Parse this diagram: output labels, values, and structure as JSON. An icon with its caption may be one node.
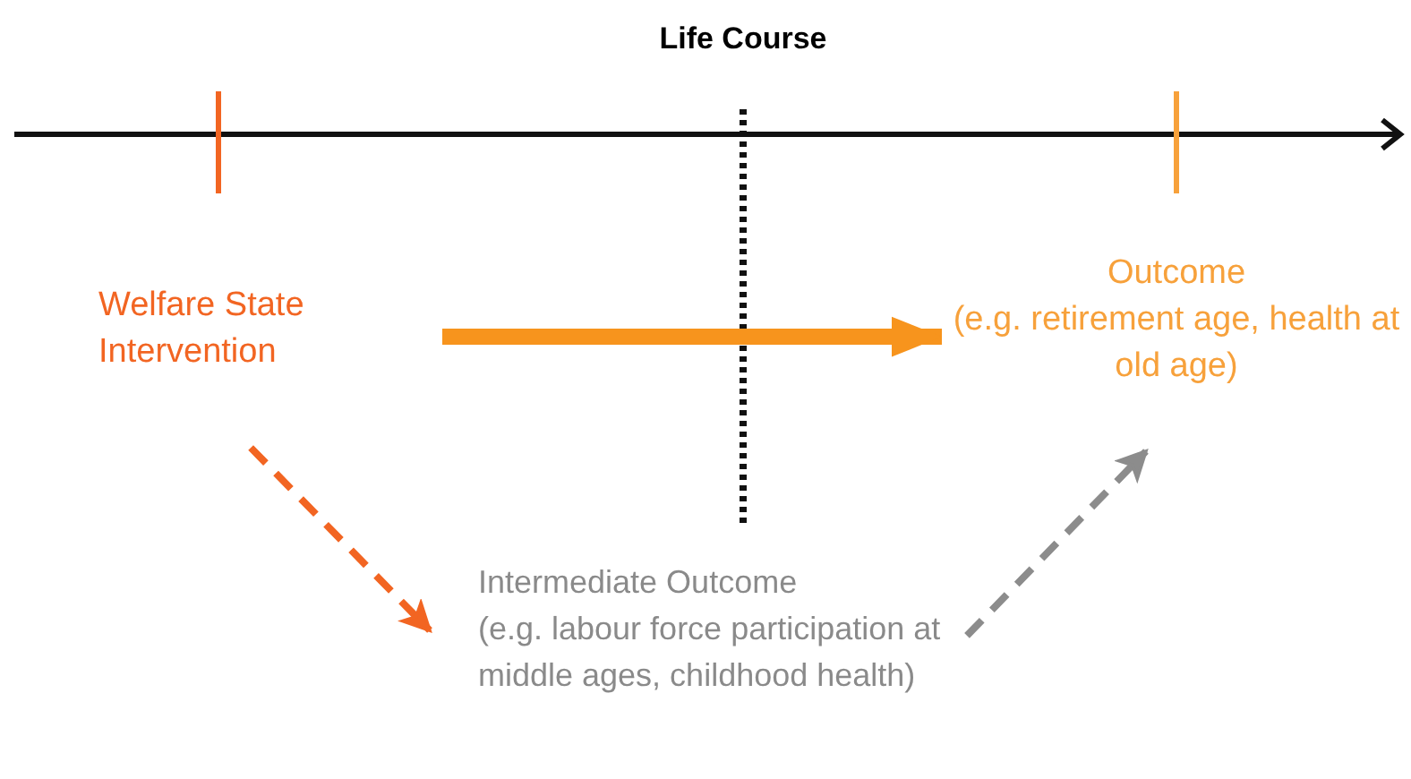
{
  "diagram": {
    "title": "Life Course",
    "nodes": [
      {
        "text": [
          "Welfare State Intervention"
        ]
      },
      {
        "text": [
          "Outcome",
          "(e.g. retirement age, health at old age)"
        ]
      },
      {
        "text": [
          "Intermediate Outcome",
          "(e.g. labour force participation at middle ages, childhood health)"
        ]
      }
    ],
    "edges": [
      {
        "from": 0,
        "to": 1,
        "arrow": "to",
        "style": "thick",
        "color": "#f7941d"
      },
      {
        "from": 0,
        "to": 2,
        "arrow": "to",
        "style": "dashed",
        "color": "#f26522"
      },
      {
        "from": 2,
        "to": 1,
        "arrow": "to",
        "style": "dashed",
        "color": "#8c8c8c"
      }
    ]
  }
}
